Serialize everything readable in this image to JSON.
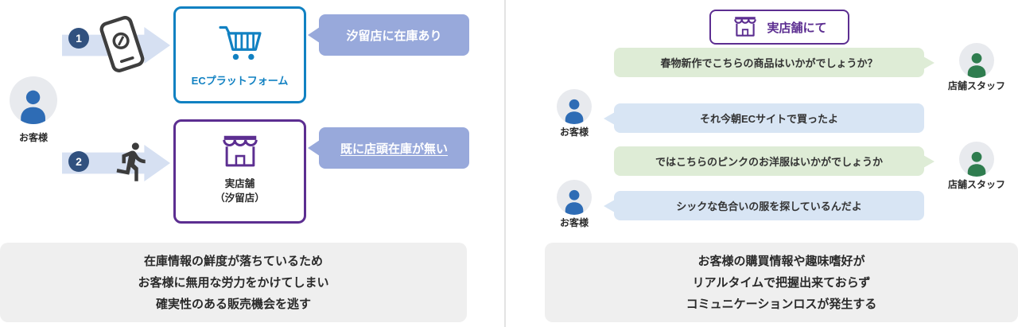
{
  "left": {
    "customer_label": "お客様",
    "step1_number": "1",
    "ec_box_label": "ECプラットフォーム",
    "callout_stock": "汐留店に在庫あり",
    "step2_number": "2",
    "store_label_line1": "実店舗",
    "store_label_line2": "（汐留店）",
    "callout_no_stock": "既に店頭在庫が無い",
    "summary_line1": "在庫情報の鮮度が落ちているため",
    "summary_line2": "お客様に無用な労力をかけてしまい",
    "summary_line3": "確実性のある販売機会を逃す"
  },
  "right": {
    "badge_label": "実店舗にて",
    "chat": [
      {
        "speaker": "店舗スタッフ",
        "text": "春物新作でこちらの商品はいかがでしょうか？"
      },
      {
        "speaker": "お客様",
        "text": "それ今朝ECサイトで買ったよ"
      },
      {
        "speaker": "店舗スタッフ",
        "text": "ではこちらのピンクのお洋服はいかがでしょうか"
      },
      {
        "speaker": "お客様",
        "text": "シックな色合いの服を探しているんだよ"
      }
    ],
    "summary_line1": "お客様の購買情報や趣味嗜好が",
    "summary_line2": "リアルタイムで把握出来ておらず",
    "summary_line3": "コミュニケーションロスが発生する"
  },
  "icons": {
    "smartphone": "smartphone-icon",
    "shopping_cart": "shopping-cart-icon",
    "storefront": "storefront-icon",
    "running_person": "running-person-icon",
    "person": "person-icon"
  },
  "colors": {
    "ec_blue": "#1181c2",
    "store_purple": "#5c2e91",
    "callout_bg": "#98a9db",
    "arrow_bg": "#d6e0f2",
    "step_circle_bg": "#31517f",
    "staff_bubble_bg": "#deecd6",
    "customer_bubble_bg": "#d8e5f4",
    "summary_bg": "#efefef",
    "customer_icon": "#2e6cb5",
    "staff_icon": "#2f7d4f"
  }
}
